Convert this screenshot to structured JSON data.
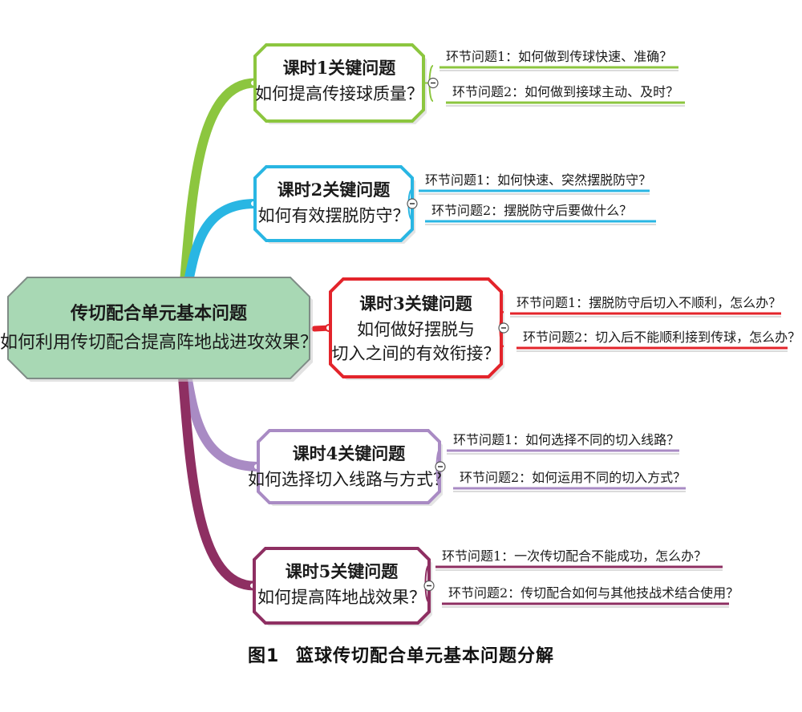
{
  "colors": {
    "root_fill": "#a8d8b4",
    "root_stroke": "#7f8c86",
    "lesson_colors": [
      "#8cc63f",
      "#29b6e3",
      "#e3242b",
      "#a98bc4",
      "#8e2f62"
    ]
  },
  "root": {
    "title": "传切配合单元基本问题",
    "question": "如何利用传切配合提高阵地战进攻效果？"
  },
  "lessons": [
    {
      "title": "课时1关键问题",
      "question": [
        "如何提高传接球质量？"
      ],
      "subs": [
        "环节问题1：如何做到传球快速、准确？",
        "环节问题2：如何做到接球主动、及时？"
      ]
    },
    {
      "title": "课时2关键问题",
      "question": [
        "如何有效摆脱防守？"
      ],
      "subs": [
        "环节问题1：如何快速、突然摆脱防守？",
        "环节问题2：摆脱防守后要做什么？"
      ]
    },
    {
      "title": "课时3关键问题",
      "question": [
        "如何做好摆脱与",
        "切入之间的有效衔接？"
      ],
      "subs": [
        "环节问题1：摆脱防守后切入不顺利，怎么办？",
        "环节问题2：切入后不能顺利接到传球，怎么办？"
      ]
    },
    {
      "title": "课时4关键问题",
      "question": [
        "如何选择切入线路与方式？"
      ],
      "subs": [
        "环节问题1：如何选择不同的切入线路？",
        "环节问题2：如何运用不同的切入方式？"
      ]
    },
    {
      "title": "课时5关键问题",
      "question": [
        "如何提高阵地战效果？"
      ],
      "subs": [
        "环节问题1：一次传切配合不能成功，怎么办？",
        "环节问题2：传切配合如何与其他技战术结合使用？"
      ]
    }
  ],
  "caption": {
    "label": "图1",
    "text": "篮球传切配合单元基本问题分解"
  }
}
